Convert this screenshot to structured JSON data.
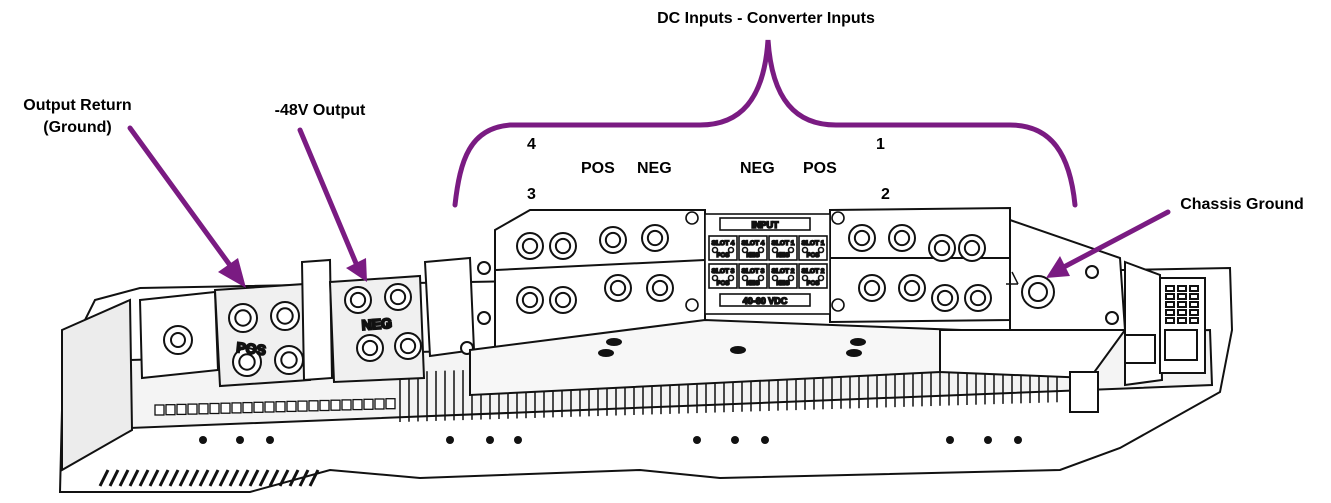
{
  "callouts": {
    "dc_inputs": "DC Inputs - Converter Inputs",
    "output_return_line1": "Output Return",
    "output_return_line2": "(Ground)",
    "output_48v": "-48V Output",
    "chassis_ground": "Chassis Ground"
  },
  "slot_numbers": {
    "s4": "4",
    "s3": "3",
    "s1": "1",
    "s2": "2"
  },
  "polarity_labels": {
    "pos_left": "POS",
    "neg_left": "NEG",
    "neg_right": "NEG",
    "pos_right": "POS"
  },
  "device_text": {
    "busbar_pos": "POS",
    "busbar_neg": "NEG",
    "input_header": "INPUT",
    "voltage_range": "40-60 VDC",
    "slot_tags": [
      {
        "slot": "SLOT 4",
        "pol": "POS"
      },
      {
        "slot": "SLOT 4",
        "pol": "NEG"
      },
      {
        "slot": "SLOT 1",
        "pol": "NEG"
      },
      {
        "slot": "SLOT 1",
        "pol": "POS"
      },
      {
        "slot": "SLOT 3",
        "pol": "POS"
      },
      {
        "slot": "SLOT 3",
        "pol": "NEG"
      },
      {
        "slot": "SLOT 2",
        "pol": "NEG"
      },
      {
        "slot": "SLOT 2",
        "pol": "POS"
      }
    ]
  },
  "colors": {
    "accent": "#7a1b82",
    "line": "#111111",
    "background": "#ffffff"
  }
}
